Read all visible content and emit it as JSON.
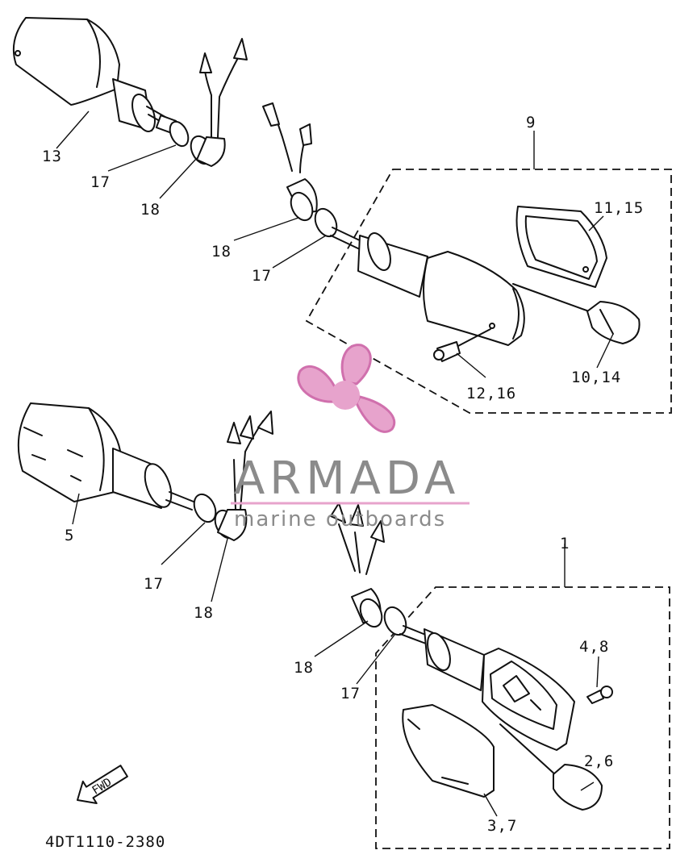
{
  "labels": {
    "l13": "13",
    "l17a": "17",
    "l18a": "18",
    "l9": "9",
    "l1115": "11,15",
    "l18b": "18",
    "l17b": "17",
    "l1014": "10,14",
    "l1216": "12,16",
    "l5": "5",
    "l17c": "17",
    "l18c": "18",
    "l1": "1",
    "l48": "4,8",
    "l18d": "18",
    "l17d": "17",
    "l26": "2,6",
    "l37": "3,7"
  },
  "fwd_arrow": "FWD",
  "part_number": "4DT1110-2380",
  "watermark": {
    "title": "ARMADA",
    "subtitle": "marine outboards",
    "color": "#e7a3cc"
  }
}
